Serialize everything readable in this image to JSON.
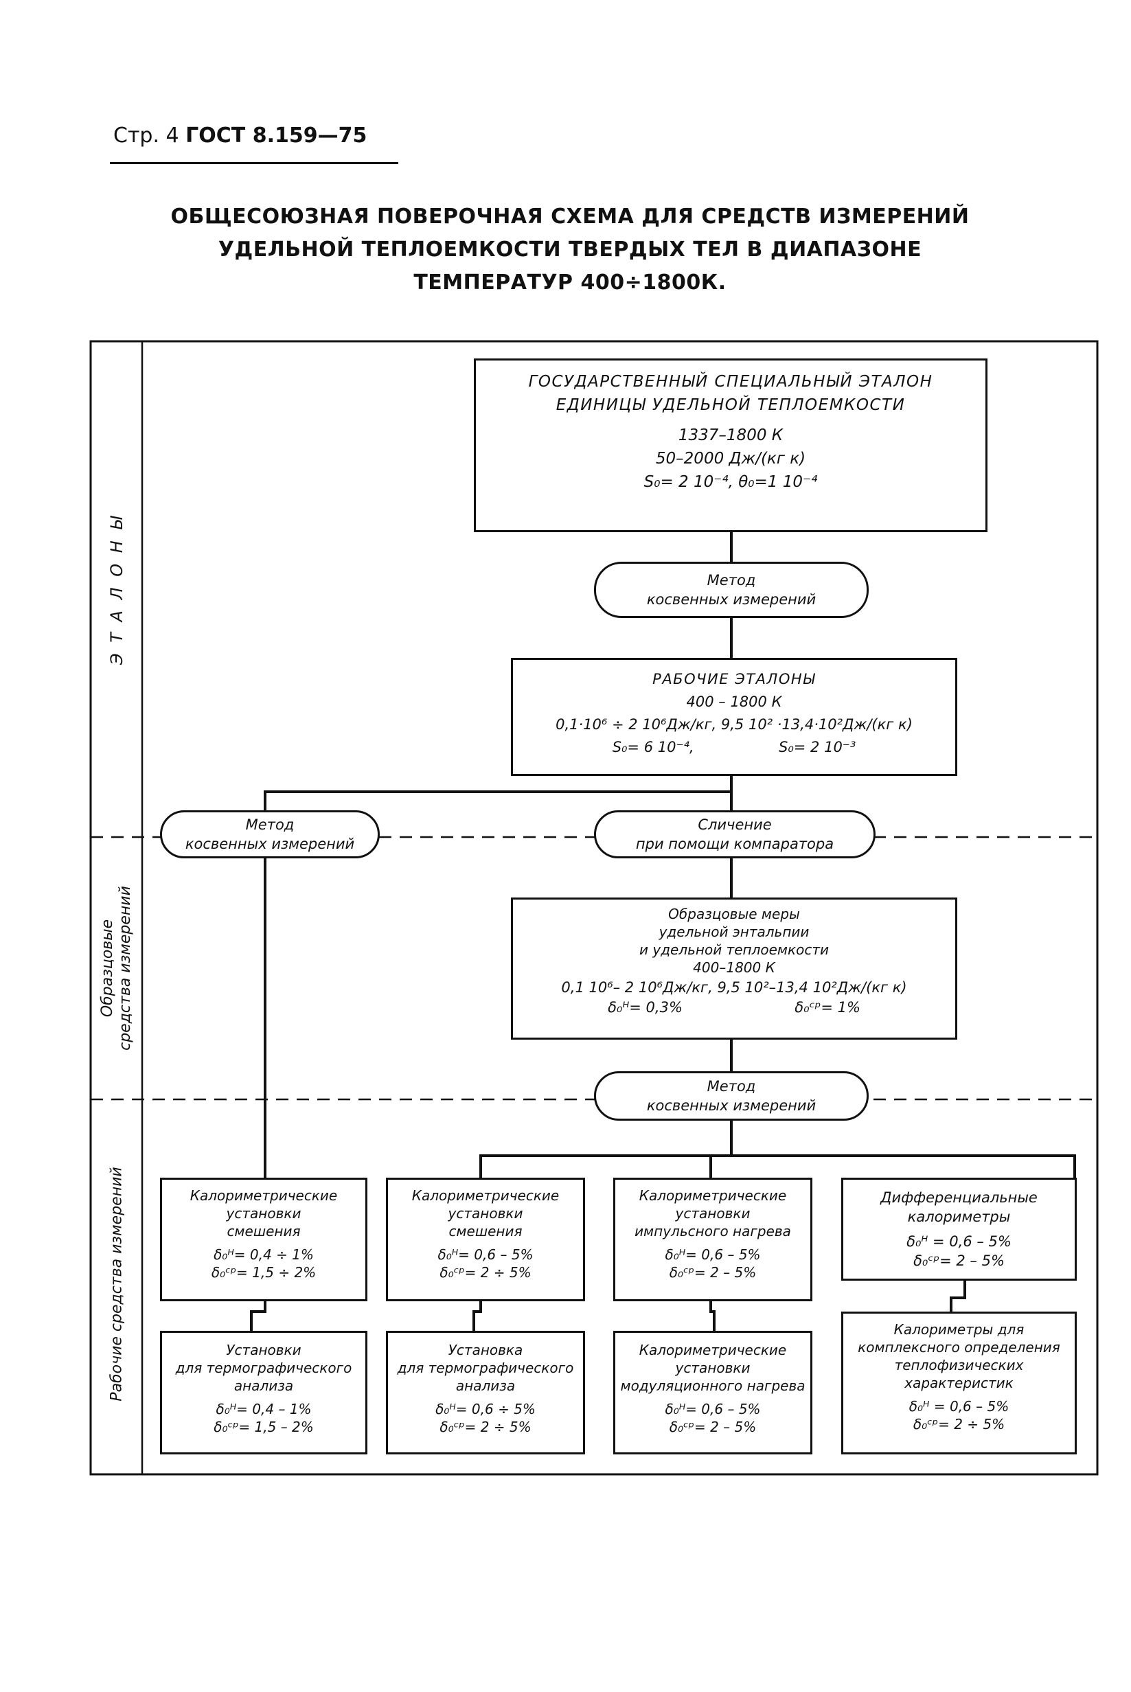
{
  "header": {
    "page_prefix": "Стр. 4",
    "doc_number": "ГОСТ 8.159—75"
  },
  "title": {
    "line1": "ОБЩЕСОЮЗНАЯ ПОВЕРОЧНАЯ СХЕМА ДЛЯ СРЕДСТВ ИЗМЕРЕНИЙ",
    "line2": "УДЕЛЬНОЙ ТЕПЛОЕМКОСТИ ТВЕРДЫХ ТЕЛ В ДИАПАЗОНЕ",
    "line3": "ТЕМПЕРАТУР 400÷1800К."
  },
  "sections": {
    "etalony": "Э Т А Л О Н Ы",
    "obraz_line1": "Образцовые",
    "obraz_line2": "средства измерений",
    "rabochie": "Рабочие средства измерений"
  },
  "state_standard": {
    "line1": "ГОСУДАРСТВЕННЫЙ СПЕЦИАЛЬНЫЙ ЭТАЛОН",
    "line2": "ЕДИНИЦЫ УДЕЛЬНОЙ ТЕПЛОЕМКОСТИ",
    "range_temp": "1337–1800 К",
    "range_value": "50–2000 Дж/(кг к)",
    "accuracy": "S₀= 2 10⁻⁴,  θ₀=1 10⁻⁴"
  },
  "method_indirect_1": {
    "line1": "Метод",
    "line2": "косвенных измерений"
  },
  "working_standards": {
    "line1": "РАБОЧИЕ ЭТАЛОНЫ",
    "line2": "400 – 1800 К",
    "line3": "0,1·10⁶ ÷ 2 10⁶Дж/кг,  9,5 10² ·13,4·10²Дж/(кг к)",
    "line4a": "S₀= 6 10⁻⁴,",
    "line4b": "S₀= 2 10⁻³"
  },
  "method_indirect_left": {
    "line1": "Метод",
    "line2": "косвенных измерений"
  },
  "method_comparator": {
    "line1": "Сличение",
    "line2": "при помощи компаратора"
  },
  "reference_measures": {
    "line1": "Образцовые меры",
    "line2": "удельной энтальпии",
    "line3": "и удельной теплоемкости",
    "line4": "400–1800 К",
    "line5": "0,1 10⁶– 2 10⁶Дж/кг,  9,5 10²–13,4 10²Дж/(кг к)",
    "line6a": "δ₀ᴴ= 0,3%",
    "line6b": "δ₀ᶜᵖ= 1%"
  },
  "method_indirect_2": {
    "line1": "Метод",
    "line2": "косвенных измерений"
  },
  "row1": [
    {
      "line1": "Калориметрические",
      "line2": "установки",
      "line3": "смешения",
      "acc1": "δ₀ᴴ= 0,4 ÷ 1%",
      "acc2": "δ₀ᶜᵖ= 1,5 ÷ 2%"
    },
    {
      "line1": "Калориметрические",
      "line2": "установки",
      "line3": "смешения",
      "acc1": "δ₀ᴴ= 0,6 – 5%",
      "acc2": "δ₀ᶜᵖ=  2 ÷ 5%"
    },
    {
      "line1": "Калориметрические",
      "line2": "установки",
      "line3": "импульсного нагрева",
      "acc1": "δ₀ᴴ= 0,6 – 5%",
      "acc2": "δ₀ᶜᵖ= 2 – 5%"
    },
    {
      "line1": "Дифференциальные",
      "line2": "калориметры",
      "line3": "",
      "acc1": "δ₀ᴴ = 0,6 – 5%",
      "acc2": "δ₀ᶜᵖ= 2 – 5%"
    }
  ],
  "row2": [
    {
      "line1": "Установки",
      "line2": "для термографического",
      "line3": "анализа",
      "line4": "",
      "acc1": "δ₀ᴴ= 0,4 – 1%",
      "acc2": "δ₀ᶜᵖ= 1,5 – 2%"
    },
    {
      "line1": "Установка",
      "line2": "для термографического",
      "line3": "анализа",
      "line4": "",
      "acc1": "δ₀ᴴ= 0,6 ÷ 5%",
      "acc2": "δ₀ᶜᵖ=  2 ÷ 5%"
    },
    {
      "line1": "Калориметрические",
      "line2": "установки",
      "line3": "модуляционного нагрева",
      "line4": "",
      "acc1": "δ₀ᴴ= 0,6 – 5%",
      "acc2": "δ₀ᶜᵖ= 2 – 5%"
    },
    {
      "line1": "Калориметры для",
      "line2": "комплексного определения",
      "line3": "теплофизических",
      "line4": "характеристик",
      "acc1": "δ₀ᴴ = 0,6 – 5%",
      "acc2": "δ₀ᶜᵖ= 2 ÷ 5%"
    }
  ]
}
